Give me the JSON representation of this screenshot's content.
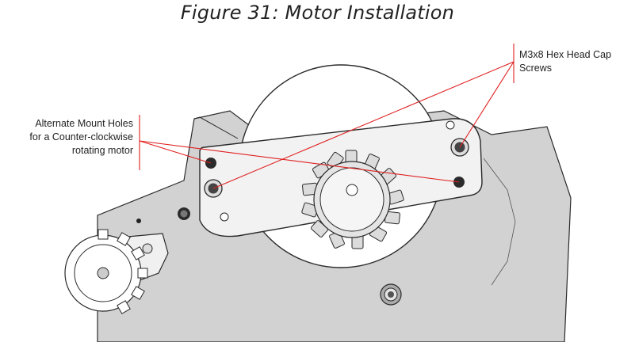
{
  "figure": {
    "title": "Figure 31: Motor Installation"
  },
  "callouts": {
    "alternate_holes": {
      "lines": [
        "Alternate Mount Holes",
        "for a Counter-clockwise",
        "rotating motor"
      ]
    },
    "cap_screws": {
      "lines": [
        "M3x8 Hex Head Cap",
        "Screws"
      ]
    }
  },
  "colors": {
    "leader_line": "#e02020",
    "panel": "#d2d2d2",
    "mount_plate": "#f2f2f2",
    "motor_body": "#ffffff",
    "outline": "#2a2a2a"
  }
}
